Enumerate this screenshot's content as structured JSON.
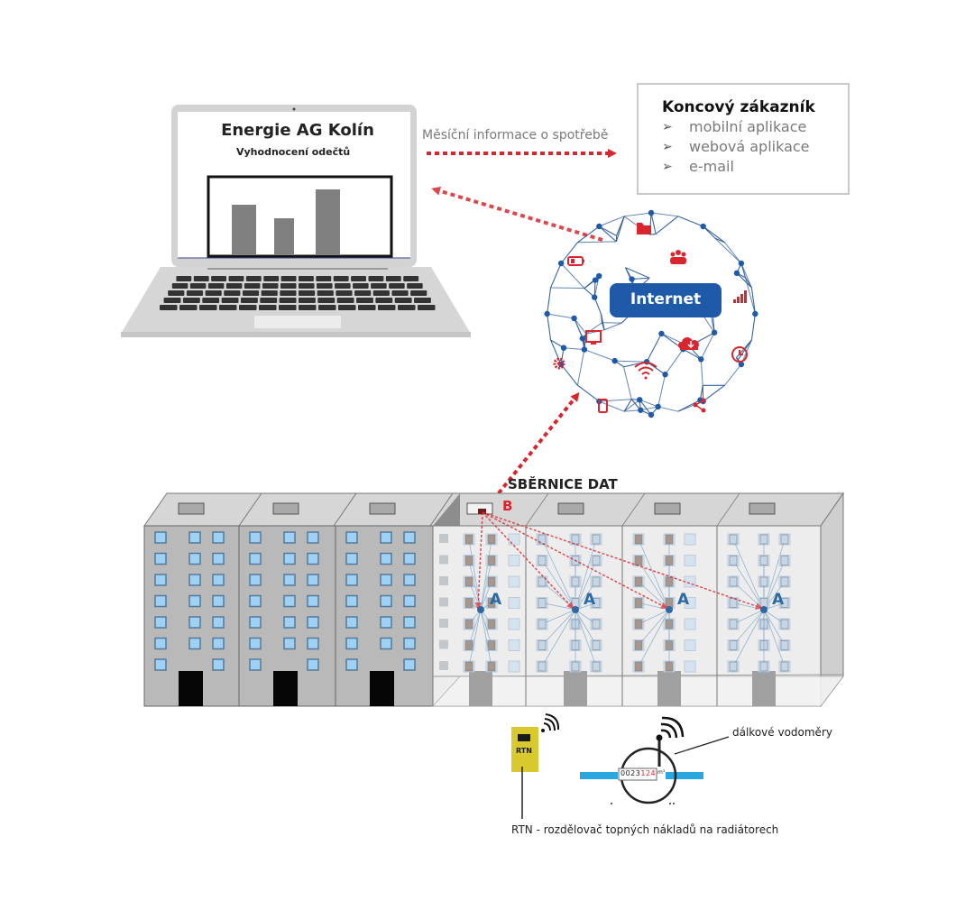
{
  "laptop": {
    "title": "Energie AG Kolín",
    "subtitle": "Vyhodnocení odečtů",
    "chart_bar_relative_heights": [
      0.55,
      0.4,
      0.72
    ]
  },
  "flow": {
    "label": "Měsíční informace o spotřebě"
  },
  "customer": {
    "title": "Koncový zákazník",
    "bullet": "➢",
    "items": [
      "mobilní aplikace",
      "webová aplikace",
      "e-mail"
    ]
  },
  "internet": {
    "label": "Internet",
    "icons": [
      "folder-icon",
      "users-icon",
      "battery-icon",
      "signal-icon",
      "monitor-icon",
      "cloud-download-icon",
      "clock-icon",
      "gear-icon",
      "wifi-icon",
      "phone-icon",
      "share-icon"
    ]
  },
  "building": {
    "bus_label": "SBĚRNICE DAT",
    "collector_label": "B",
    "node_labels": [
      "A",
      "A",
      "A",
      "A"
    ]
  },
  "devices": {
    "rtn_device_text": "RTN",
    "rtn_caption": "RTN - rozdělovač topných nákladů na radiátorech",
    "meter_caption": "dálkové vodoměry",
    "meter_digits_black": "0023",
    "meter_digits_red": "124",
    "meter_unit": "m³"
  },
  "colors": {
    "accent_red": "#d9262e",
    "network_blue": "#1e5aa8",
    "pipe_blue": "#29a8e0",
    "rtn_yellow": "#d8c92e"
  }
}
